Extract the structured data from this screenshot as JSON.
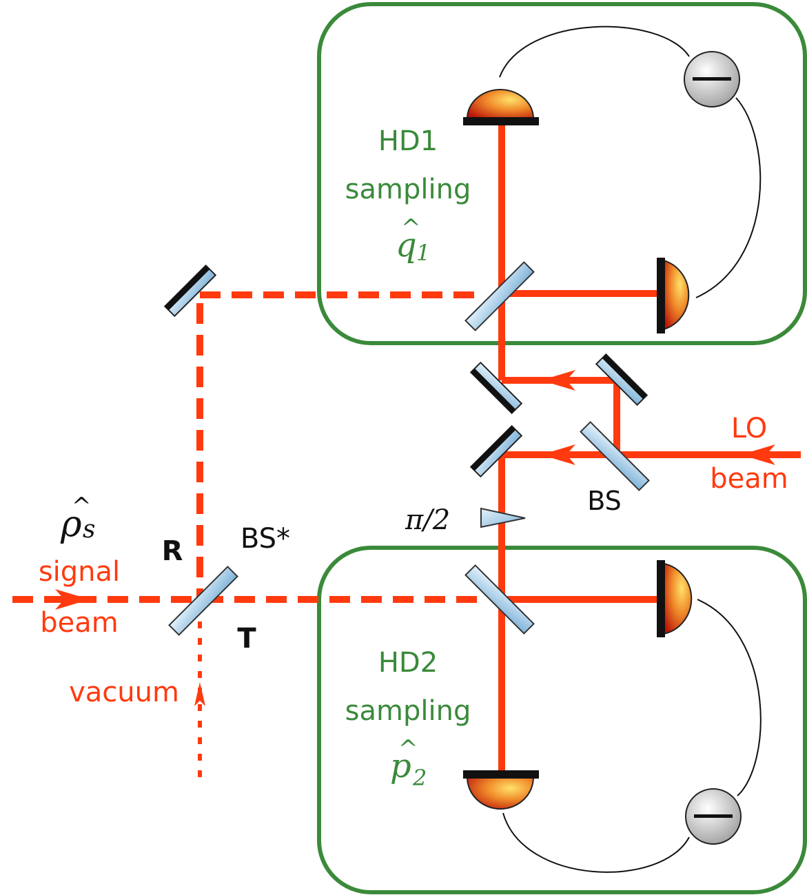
{
  "labels": {
    "hd1": "HD1",
    "hd1_sampling": "sampling",
    "hd1_quadrature": "q",
    "hd1_hat": "^",
    "hd1_sub": "1",
    "hd2": "HD2",
    "hd2_sampling": "sampling",
    "hd2_quadrature": "p",
    "hd2_hat": "^",
    "hd2_sub": "2",
    "lo": "LO",
    "lo_beam": "beam",
    "bs": "BS",
    "phase": "π/2",
    "rho": "ρ",
    "rho_hat": "^",
    "rho_sub": "s",
    "signal": "signal",
    "signal_beam": "beam",
    "reflect": "R",
    "transmit": "T",
    "bs_star": "BS*",
    "vacuum": "vacuum",
    "minus_top": "−",
    "minus_bottom": "−"
  },
  "colors": {
    "beam": "#ff3a0f",
    "box": "#3a8a3a",
    "mirror_glass": "#a9cde8",
    "detector": "#e0521a"
  }
}
